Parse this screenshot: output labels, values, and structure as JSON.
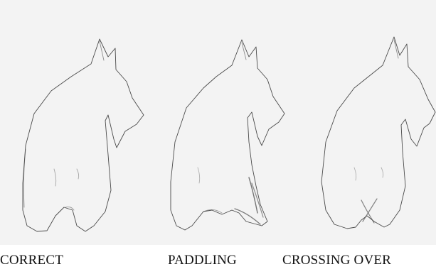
{
  "captions": {
    "correct": "CORRECT",
    "paddling": "PADDLING",
    "crossing_over": "CROSSING OVER"
  },
  "colors": {
    "paper": "#f3f3f3",
    "pencil": "#4a4a4a",
    "text": "#111111"
  }
}
